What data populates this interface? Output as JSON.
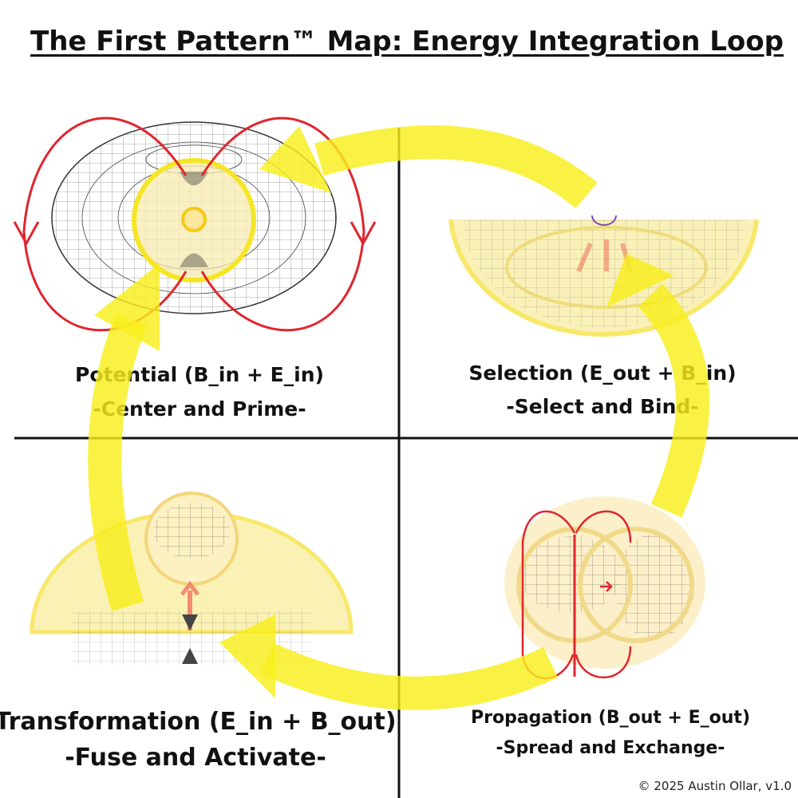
{
  "title": "The First Pattern™ Map: Energy Integration Loop",
  "quadrants": [
    {
      "name": "Potential (B_in + E_in)",
      "subtitle": "-Center and Prime-"
    },
    {
      "name": "Selection (E_out + B_in)",
      "subtitle": "-Select and Bind-"
    },
    {
      "name": "Transformation (E_in + B_out)",
      "subtitle": "-Fuse and Activate-"
    },
    {
      "name": "Propagation (B_out + E_out)",
      "subtitle": "-Spread and Exchange-"
    }
  ],
  "copyright": "© 2025 Austin Ollar, v1.0",
  "colors": {
    "loop_arrow": "#f9ee1c",
    "field_lines": "#e0262e",
    "glow": "#f7e27a"
  }
}
